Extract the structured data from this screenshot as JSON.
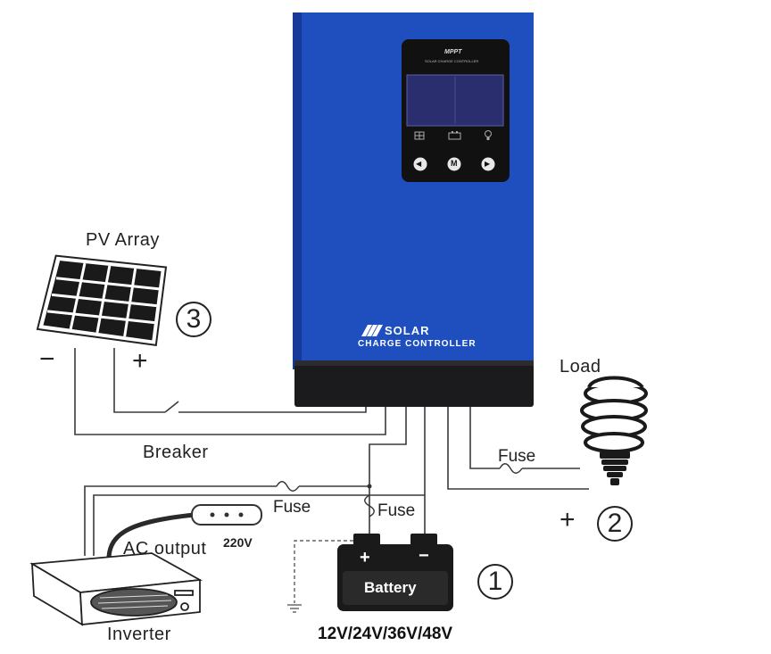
{
  "controller": {
    "display_brand": "MPPT",
    "display_subtitle": "SOLAR CHARGE CONTROLLER",
    "button_left": "◀",
    "button_menu": "M",
    "button_right": "▶",
    "logo_word": "SOLAR",
    "logo_sub": "CHARGE CONTROLLER",
    "body_color": "#1f4fbf",
    "base_color": "#1b1b1d"
  },
  "pv": {
    "label": "PV Array",
    "number": "3",
    "minus": "−",
    "plus": "+"
  },
  "breaker_label": "Breaker",
  "load": {
    "label": "Load",
    "fuse_label": "Fuse",
    "number": "2",
    "plus": "+"
  },
  "battery": {
    "label": "Battery",
    "plus": "+",
    "minus": "−",
    "voltages": "12V/24V/36V/48V",
    "number": "1",
    "fuse_label": "Fuse"
  },
  "inverter": {
    "label": "Inverter",
    "ac_output_label": "AC output",
    "ac_voltage": "220V",
    "fuse_label": "Fuse"
  }
}
